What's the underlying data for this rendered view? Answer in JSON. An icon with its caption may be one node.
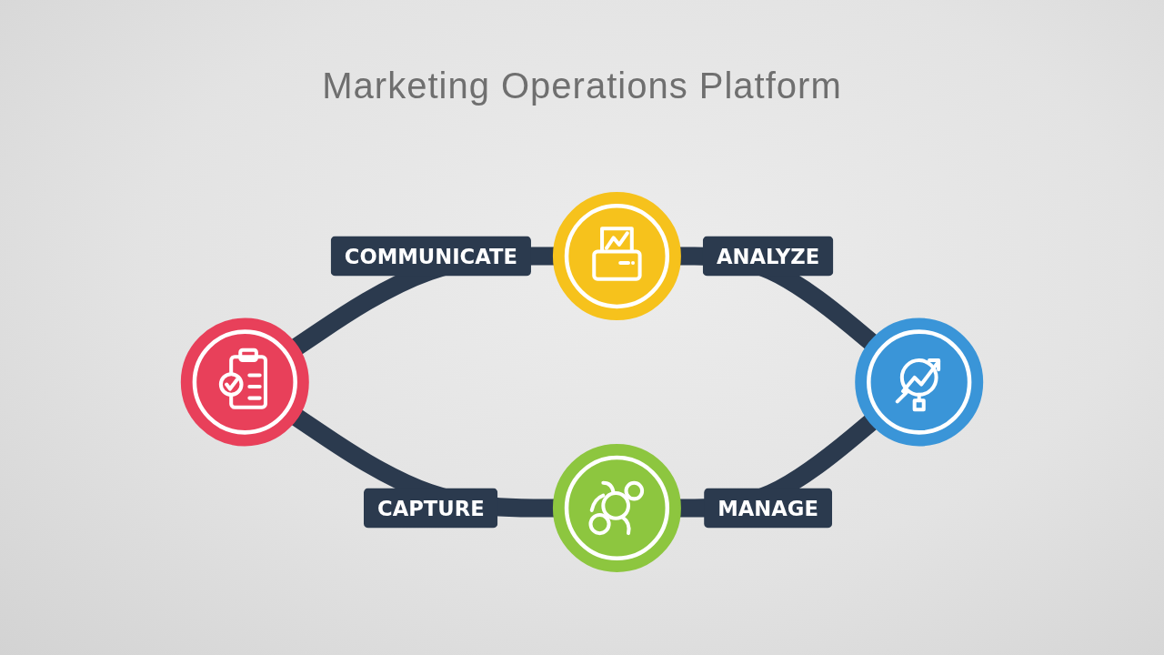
{
  "diagram": {
    "title": "Marketing Operations Platform",
    "nodes": [
      {
        "text": [],
        "shape": "circle"
      },
      {
        "text": [],
        "shape": "circle"
      },
      {
        "text": [],
        "shape": "circle"
      },
      {
        "text": [],
        "shape": "circle"
      }
    ],
    "edges": [
      {
        "from": 0,
        "to": 1,
        "arrow": "none",
        "label": "COMMUNICATE"
      },
      {
        "from": 1,
        "to": 3,
        "arrow": "none",
        "label": "ANALYZE"
      },
      {
        "from": 2,
        "to": 3,
        "arrow": "none",
        "label": "MANAGE"
      },
      {
        "from": 0,
        "to": 2,
        "arrow": "none",
        "label": "CAPTURE"
      }
    ]
  }
}
